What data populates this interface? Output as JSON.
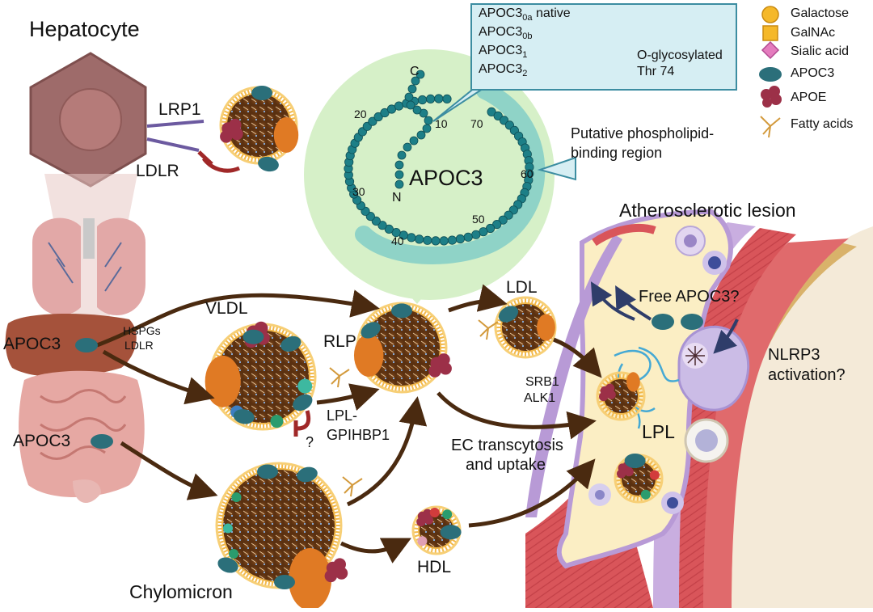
{
  "title_hepatocyte": "Hepatocyte",
  "receptors": {
    "lrp1": "LRP1",
    "ldlr": "LDLR"
  },
  "legend": {
    "items": [
      {
        "label": "Galactose",
        "icon": "galactose-circle-icon"
      },
      {
        "label": "GalNAc",
        "icon": "galnac-square-icon"
      },
      {
        "label": "Sialic acid",
        "icon": "sialic-acid-diamond-icon"
      },
      {
        "label": "APOC3",
        "icon": "apoc3-ellipse-icon"
      },
      {
        "label": "APOE",
        "icon": "apoe-cluster-icon"
      },
      {
        "label": "Fatty acids",
        "icon": "fatty-acid-icon"
      }
    ]
  },
  "glyco_box": {
    "native_prefix": "APOC3",
    "native_sub": "0a",
    "native_suffix": " native",
    "forms": [
      {
        "prefix": "APOC3",
        "sub": "0b"
      },
      {
        "prefix": "APOC3",
        "sub": "1"
      },
      {
        "prefix": "APOC3",
        "sub": "2"
      }
    ],
    "note_line1": "O-glycosylated",
    "note_line2": "Thr 74"
  },
  "protein": {
    "name": "APOC3",
    "terminus_c": "C",
    "terminus_n": "N",
    "residue_marks": [
      "10",
      "20",
      "30",
      "40",
      "50",
      "60",
      "70"
    ],
    "binding_region_line1": "Putative phospholipid-",
    "binding_region_line2": "binding region"
  },
  "particles": {
    "vldl": "VLDL",
    "rlp": "RLP",
    "ldl": "LDL",
    "hdl": "HDL",
    "chylomicron": "Chylomicron"
  },
  "organs": {
    "liver_apoc3": "APOC3",
    "intestine_apoc3": "APOC3",
    "hspgs_line1": "HSPGs",
    "hspgs_line2": "LDLR"
  },
  "lipolysis": {
    "line1": "LPL-",
    "line2": "GPIHBP1",
    "question": "?"
  },
  "lesion": {
    "title": "Atherosclerotic lesion",
    "free_apoc3": "Free APOC3?",
    "nlrp3_line1": "NLRP3",
    "nlrp3_line2": "activation?",
    "srb1": "SRB1",
    "alk1": "ALK1",
    "lpl": "LPL",
    "ec_line1": "EC transcytosis",
    "ec_line2": "and uptake"
  },
  "colors": {
    "arrow": "#4a2a10",
    "apoc3": "#2b6f7a",
    "helix_bead": "#1d7f87",
    "helix_band": "#8fd3c7",
    "zoom_bg": "#d6f0c8",
    "core": "#6b3a14",
    "shell": "#f2b84a",
    "apoe": "#9c3048",
    "galactose": "#f5b829",
    "sialic": "#e47cbe",
    "inhibit": "#a02828"
  }
}
